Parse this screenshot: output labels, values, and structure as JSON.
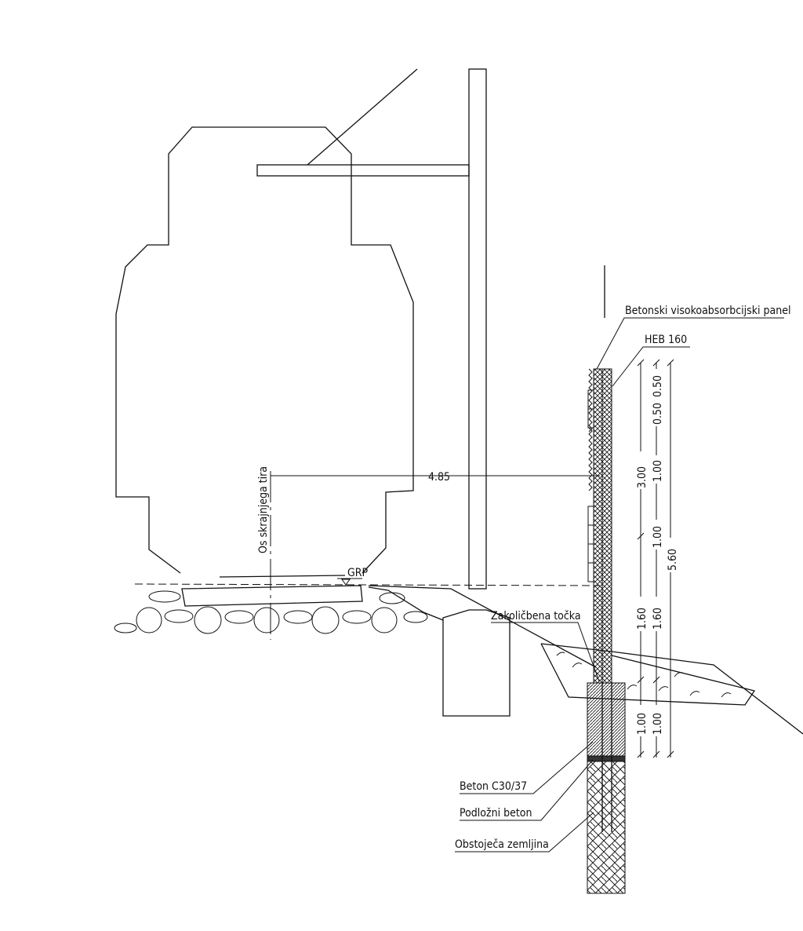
{
  "labels": {
    "panel": "Betonski visokoabsorbcijski panel",
    "heb": "HEB 160",
    "track_axis": "Os skrajnjega tira",
    "grp": "GRP",
    "fixed_point": "Zakoličbena točka",
    "concrete": "Beton C30/37",
    "base_concrete": "Podložni beton",
    "soil": "Obstoječa zemljina"
  },
  "dimensions": {
    "distance": "4.85",
    "col1": [
      "3.00",
      "1.60",
      "1.00"
    ],
    "col2": [
      "0.50",
      "0.50",
      "1.00",
      "1.00",
      "1.60",
      "1.00"
    ],
    "total": "5.60"
  }
}
